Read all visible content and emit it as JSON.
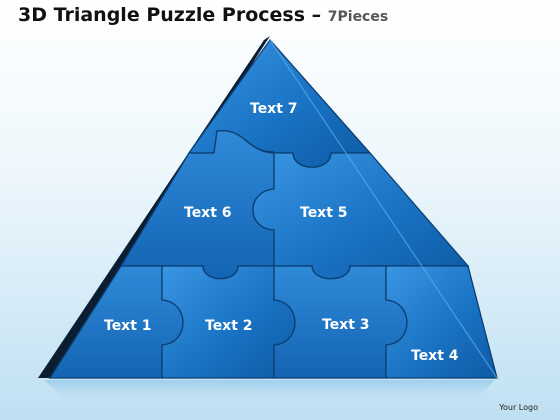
{
  "title": "3D Triangle Puzzle Process –",
  "title_suffix": "7Pieces",
  "logo_text": "Your Logo",
  "pieces": [
    {
      "label": "Text 1"
    },
    {
      "label": "Text 2"
    },
    {
      "label": "Text 3"
    },
    {
      "label": "Text 4"
    },
    {
      "label": "Text 5"
    },
    {
      "label": "Text 6"
    },
    {
      "label": "Text 7"
    }
  ],
  "colors": {
    "piece_base": "#1a73c4",
    "piece_light": "#3a96e3",
    "piece_dark": "#0e5aa4",
    "edge": "#0b3f72",
    "side": "#0a1d33"
  }
}
